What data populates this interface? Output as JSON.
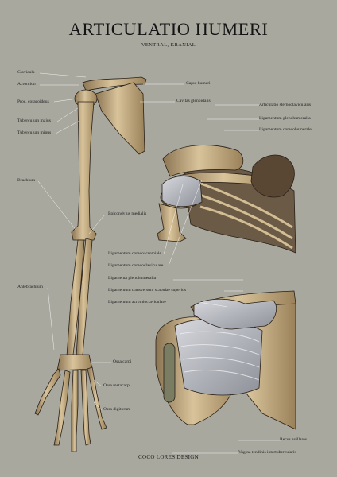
{
  "title": "ARTICULATIO HUMERI",
  "subtitle": "VENTRAL, KRANIAL",
  "footer": "COCO LORES DESIGN",
  "colors": {
    "background": "#a9a89f",
    "bone": "#c9b38c",
    "bone_dark": "#8c7553",
    "ligament": "#b9bcc4",
    "line": "#3a3a3a"
  },
  "labels_left": [
    "Clavicula",
    "Acromion",
    "Proc. coracoideus",
    "Tuberculum majus",
    "Tuberculum minus",
    "Brachium",
    "Antebrachium"
  ],
  "labels_right_top": [
    "Caput humeri",
    "Cavitas glenoidalis"
  ],
  "labels_right_far": [
    "Articulatio sternoclavicularis",
    "Ligamentum glenohumeralia",
    "Ligamentum coracohumerale"
  ],
  "labels_middle": [
    "Epicondylus medialis",
    "Ligamentum coracoacromiale",
    "Ligamentum coracoclaviculare",
    "Ligamenta glenohumeralia",
    "Ligamentum transversum scapulae superius",
    "Ligamentum acromioclaviculare"
  ],
  "labels_hand": [
    "Ossa carpi",
    "Ossa metacarpi",
    "Ossa digitorum"
  ],
  "labels_bottom_right": [
    "Recus axillares",
    "Vagina tendinis intertubercularis"
  ]
}
